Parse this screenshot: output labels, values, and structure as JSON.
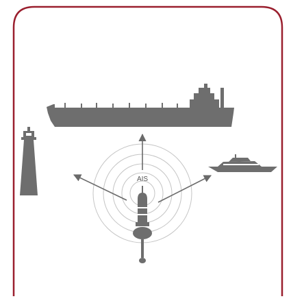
{
  "frame": {
    "border_color": "#9a1f2e"
  },
  "colors": {
    "silhouette": "#6e6e6e",
    "rings": "#c4c4c4",
    "arrows": "#6a6a6a"
  },
  "beacon": {
    "label": "AIS",
    "icon": "ais-buoy-icon"
  },
  "objects": [
    {
      "name": "tanker-ship",
      "icon": "cargo-ship-icon"
    },
    {
      "name": "lighthouse",
      "icon": "lighthouse-icon"
    },
    {
      "name": "motor-yacht",
      "icon": "yacht-icon"
    }
  ]
}
